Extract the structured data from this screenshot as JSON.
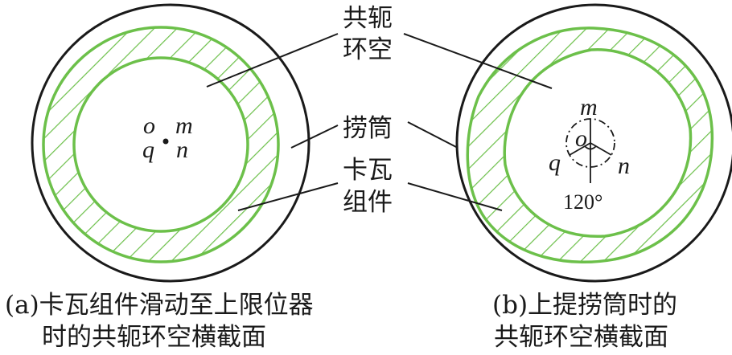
{
  "labels": {
    "annulus": [
      "共轭",
      "环空"
    ],
    "fishing_tube": "捞筒",
    "slip_assembly": [
      "卡瓦",
      "组件"
    ]
  },
  "left_view": {
    "points": {
      "o": "o",
      "m": "m",
      "q": "q",
      "n": "n"
    },
    "caption": [
      "(a)卡瓦组件滑动至上限位器",
      "时的共轭环空横截面"
    ]
  },
  "right_view": {
    "points": {
      "o": "o",
      "m": "m",
      "q": "q",
      "n": "n"
    },
    "angle": "120°",
    "caption": [
      "(b)上提捞筒时的",
      "共轭环空横截面"
    ]
  },
  "colors": {
    "slip_green": "#6cc04a",
    "line": "#1a1a1a"
  }
}
